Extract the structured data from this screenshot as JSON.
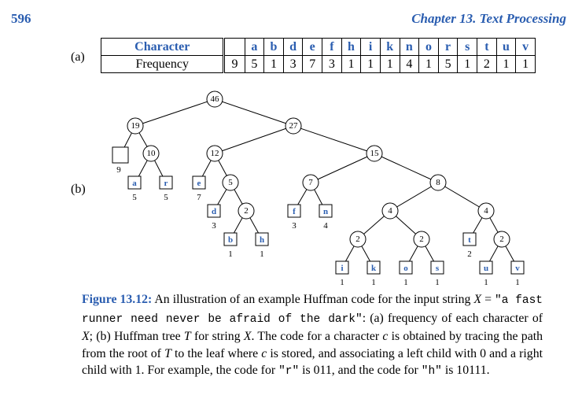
{
  "header": {
    "page_number": "596",
    "chapter_title": "Chapter 13. Text Processing"
  },
  "labels": {
    "part_a": "(a)",
    "part_b": "(b)"
  },
  "table": {
    "char_header": "Character",
    "freq_header": "Frequency",
    "space_frequency": "9",
    "characters": [
      "a",
      "b",
      "d",
      "e",
      "f",
      "h",
      "i",
      "k",
      "n",
      "o",
      "r",
      "s",
      "t",
      "u",
      "v"
    ],
    "frequencies": [
      "5",
      "1",
      "3",
      "7",
      "3",
      "1",
      "1",
      "1",
      "4",
      "1",
      "5",
      "1",
      "2",
      "1",
      "1"
    ]
  },
  "tree": {
    "internal_nodes": {
      "root": "46",
      "n19": "19",
      "n27": "27",
      "n10": "10",
      "n12": "12",
      "n15": "15",
      "n5": "5",
      "n7": "7",
      "n8": "8",
      "n2dh": "2",
      "n4l": "4",
      "n4r": "4",
      "n2ik": "2",
      "n2os": "2",
      "n2uv": "2"
    },
    "leaves": {
      "space": {
        "char": "",
        "freq": "9"
      },
      "a": {
        "char": "a",
        "freq": "5"
      },
      "r": {
        "char": "r",
        "freq": "5"
      },
      "e": {
        "char": "e",
        "freq": "7"
      },
      "d": {
        "char": "d",
        "freq": "3"
      },
      "b": {
        "char": "b",
        "freq": "1"
      },
      "h": {
        "char": "h",
        "freq": "1"
      },
      "f": {
        "char": "f",
        "freq": "3"
      },
      "n": {
        "char": "n",
        "freq": "4"
      },
      "t": {
        "char": "t",
        "freq": "2"
      },
      "i": {
        "char": "i",
        "freq": "1"
      },
      "k": {
        "char": "k",
        "freq": "1"
      },
      "o": {
        "char": "o",
        "freq": "1"
      },
      "s": {
        "char": "s",
        "freq": "1"
      },
      "u": {
        "char": "u",
        "freq": "1"
      },
      "v": {
        "char": "v",
        "freq": "1"
      }
    }
  },
  "caption": {
    "label": "Figure 13.12:",
    "t1": " An illustration of an example Huffman code for the input string ",
    "x_var": "X",
    "eq": " = ",
    "input_string": "\"a fast runner need never be afraid of the dark\"",
    "t2": ": (a) frequency of each character of ",
    "x_var2": "X",
    "t3": "; (b) Huffman tree ",
    "t_var": "T",
    "t4": " for string ",
    "x_var3": "X",
    "t5": ". The code for a character ",
    "c_var": "c",
    "t6": " is obtained by tracing the path from the root of ",
    "t_var2": "T",
    "t7": " to the leaf where ",
    "c_var2": "c",
    "t8": " is stored, and associating a left child with 0 and a right child with 1. For example, the code for ",
    "r_code": "\"r\"",
    "t9": " is 011, and the code for ",
    "h_code": "\"h\"",
    "t10": " is 10111."
  }
}
